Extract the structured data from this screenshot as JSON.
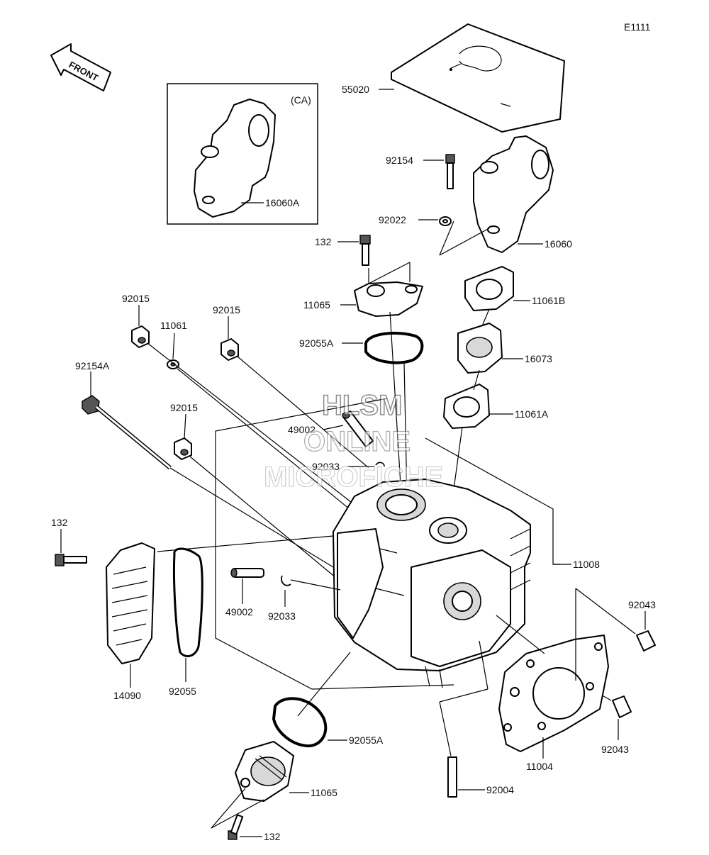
{
  "diagram_code": "E1111",
  "front_label": "FRONT",
  "inset_label": "(CA)",
  "watermark": {
    "line1": "HLSM",
    "line2": "ONLINE",
    "line3": "MICROFICHE"
  },
  "parts": {
    "p55020": "55020",
    "p92154": "92154",
    "p92022": "92022",
    "p16060": "16060",
    "p16060A": "16060A",
    "p132_top": "132",
    "p11065_top": "11065",
    "p11061B": "11061B",
    "p92055A_top": "92055A",
    "p16073": "16073",
    "p92015_a": "92015",
    "p11061": "11061",
    "p92015_b": "92015",
    "p92154A": "92154A",
    "p11061A": "11061A",
    "p49002_top": "49002",
    "p92015_c": "92015",
    "p92033_top": "92033",
    "p132_left": "132",
    "p11008": "11008",
    "p49002_bottom": "49002",
    "p92033_bottom": "92033",
    "p92043_top": "92043",
    "p14090": "14090",
    "p92055": "92055",
    "p92055A_bottom": "92055A",
    "p11004": "11004",
    "p92043_bottom": "92043",
    "p11065_bottom": "11065",
    "p92004": "92004",
    "p132_bottom": "132"
  }
}
